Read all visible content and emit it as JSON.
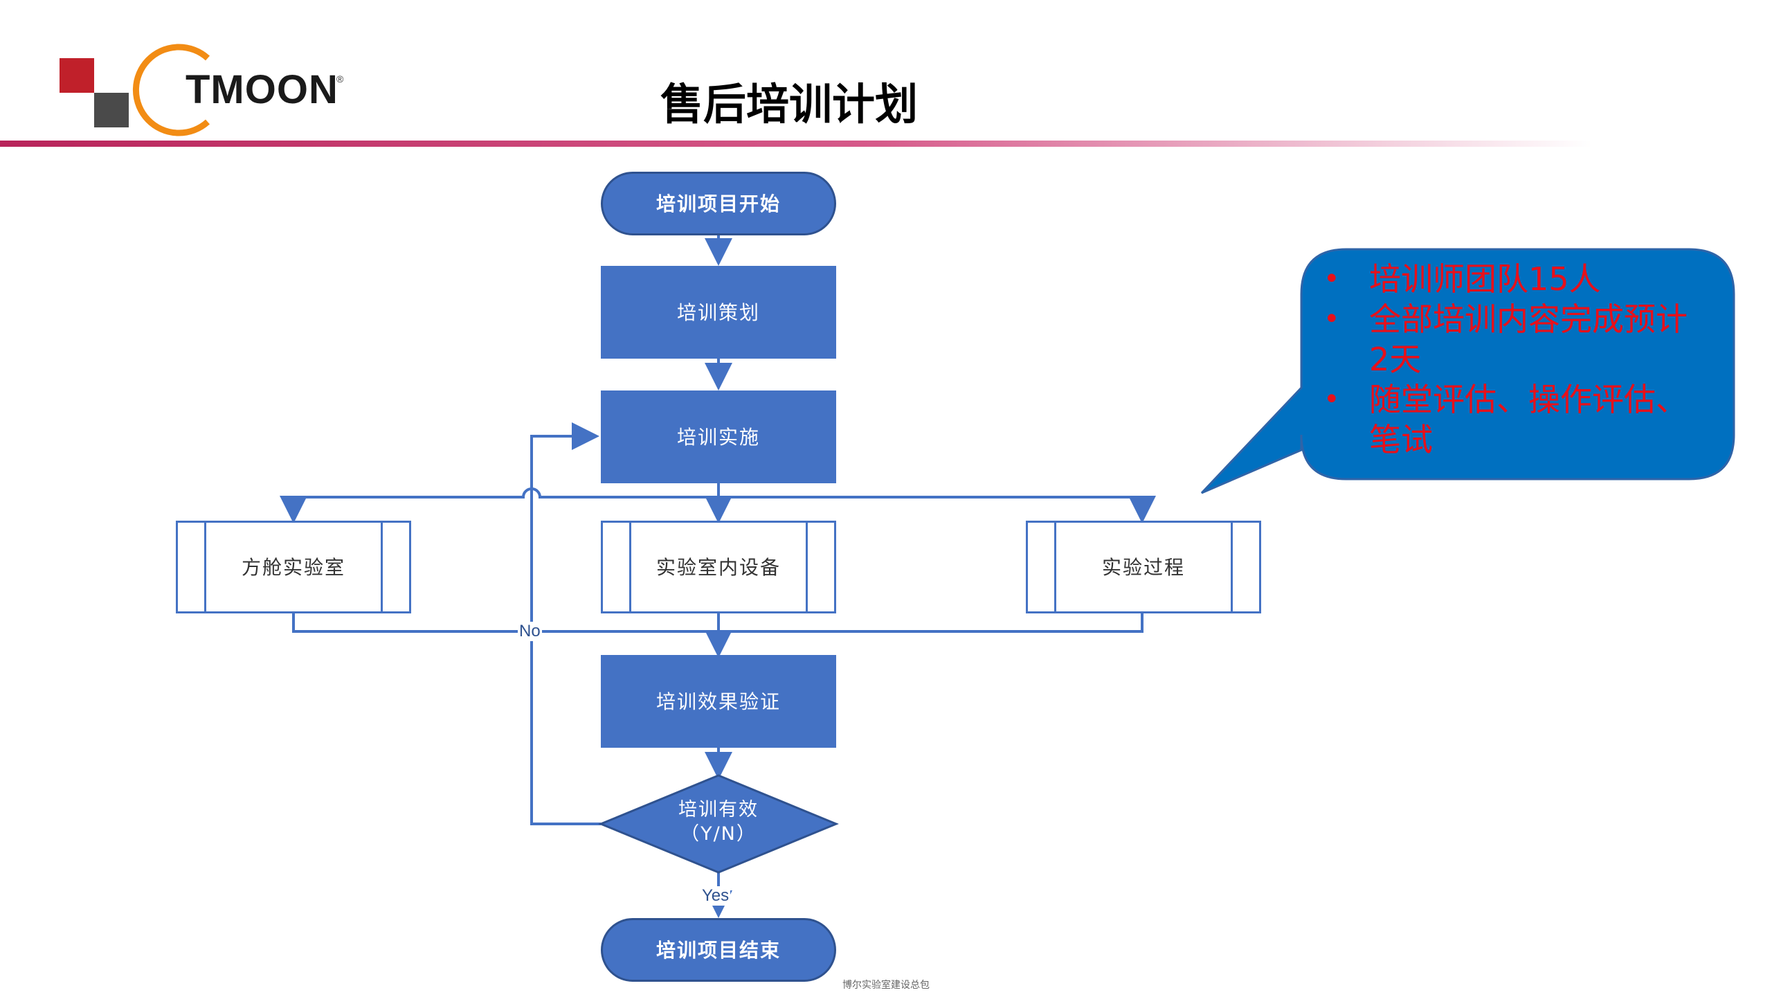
{
  "header": {
    "brand": "TMOON",
    "registered_mark": "®",
    "title": "售后培训计划"
  },
  "flowchart": {
    "start": "培训项目开始",
    "planning": "培训策划",
    "implementation": "培训实施",
    "branches": [
      "方舱实验室",
      "实验室内设备",
      "实验过程"
    ],
    "verification": "培训效果验证",
    "decision_line1": "培训有效",
    "decision_line2": "（Y/N）",
    "label_no": "No",
    "label_yes": "Yes",
    "end": "培训项目结束"
  },
  "callout": {
    "items": [
      "培训师团队15人",
      "全部培训内容完成预计2天",
      "随堂评估、操作评估、笔试"
    ],
    "bullet": "•"
  },
  "footer": "博尔实验室建设总包",
  "colors": {
    "node_fill": "#4472c4",
    "node_stroke": "#2f528f",
    "callout_fill": "#0070c0",
    "callout_text": "#e8101a",
    "logo_red": "#c0202a",
    "logo_gray": "#4a4a4a",
    "logo_orange": "#f28c14"
  }
}
